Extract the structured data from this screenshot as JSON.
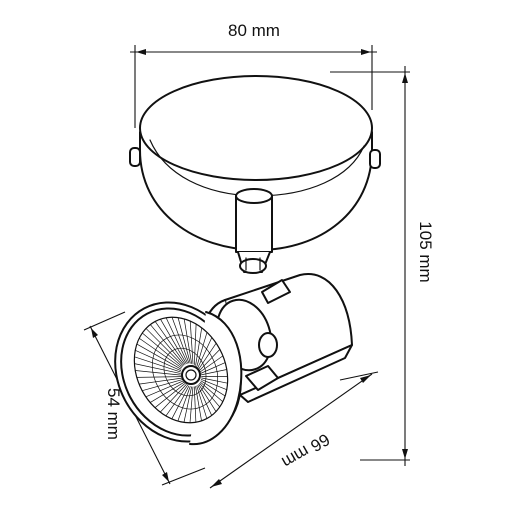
{
  "diagram": {
    "dimensions": {
      "width": "80 mm",
      "height": "105 mm",
      "depth": "66 mm",
      "head_diameter": "54 mm"
    }
  }
}
